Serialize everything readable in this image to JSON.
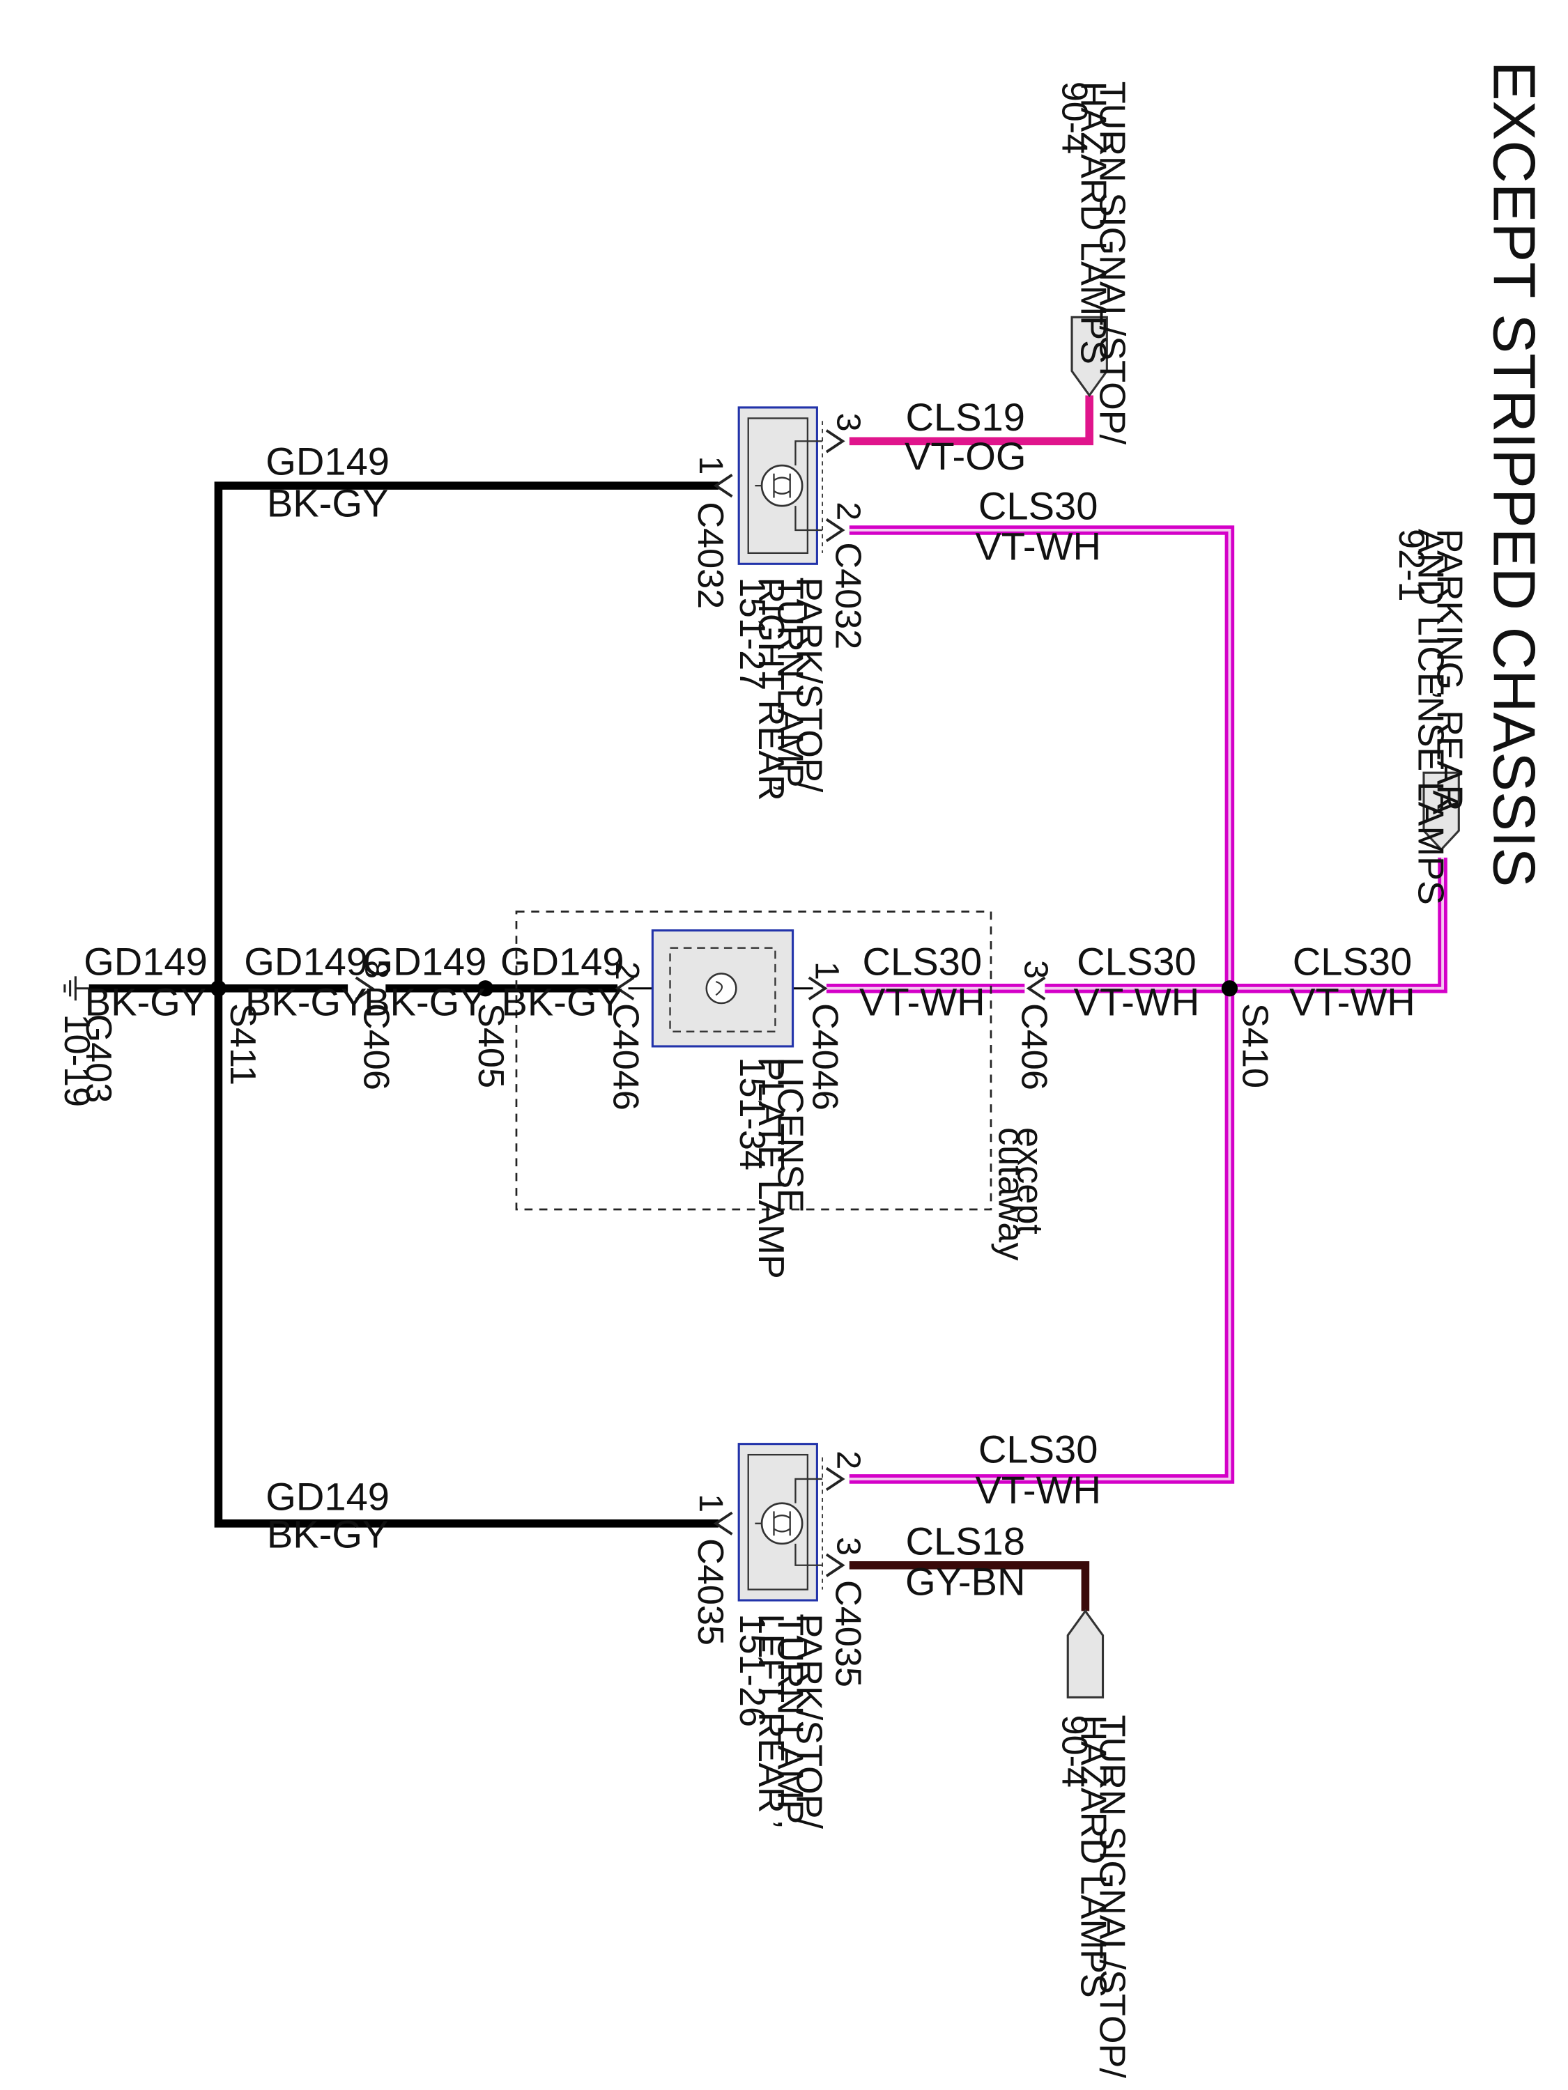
{
  "title": "EXCEPT STRIPPED CHASSIS",
  "colors": {
    "ground_wire": "#000000",
    "cls30_outer": "#d400c8",
    "cls30_inner": "#f4c8f0",
    "cls19": "#e0158c",
    "cls18": "#3a0a0a",
    "component_fill": "#e6e6e6",
    "component_outline": "#2233aa"
  },
  "icons": {
    "lamp": "bulb-icon",
    "ground": "ground-icon",
    "splice": "splice-dot-icon",
    "connector_female": "female-connector-arrow-icon",
    "connector_male": "male-connector-arrow-icon",
    "page_ref": "page-reference-tab-icon"
  },
  "page_refs": {
    "turn_top": [
      "TURN SIGNAL/STOP/",
      "HAZARD LAMPS",
      "90-4"
    ],
    "turn_bottom": [
      "TURN SIGNAL/STOP/",
      "HAZARD LAMPS",
      "90-4"
    ],
    "parking": [
      "PARKING, REAR",
      "AND LICENSE LAMPS",
      "92-1"
    ],
    "parking_tab": "A"
  },
  "components": {
    "right_rear": [
      "PARK/STOP/",
      "TURN LAMP,",
      "RIGHT REAR",
      "151-27"
    ],
    "left_rear": [
      "PARK/STOP/",
      "TURN LAMP,",
      "LEFT REAR",
      "151-26"
    ],
    "license": [
      "LICENSE",
      "PLATE LAMP",
      "151-34"
    ],
    "option_note": [
      "except",
      "cutaway"
    ]
  },
  "circuits": {
    "gd149": "GD149",
    "bkgy": "BK-GY",
    "cls30": "CLS30",
    "vtwh": "VT-WH",
    "cls19": "CLS19",
    "vtog": "VT-OG",
    "cls18": "CLS18",
    "gybn": "GY-BN"
  },
  "connectors": {
    "c4032": "C4032",
    "c4035": "C4035",
    "c4046": "C4046",
    "c406": "C406",
    "s405": "S405",
    "s410": "S410",
    "s411": "S411",
    "g403": "G403",
    "g403_ref": "10-19"
  },
  "pins": {
    "p1": "1",
    "p2": "2",
    "p3": "3",
    "p8": "8"
  }
}
